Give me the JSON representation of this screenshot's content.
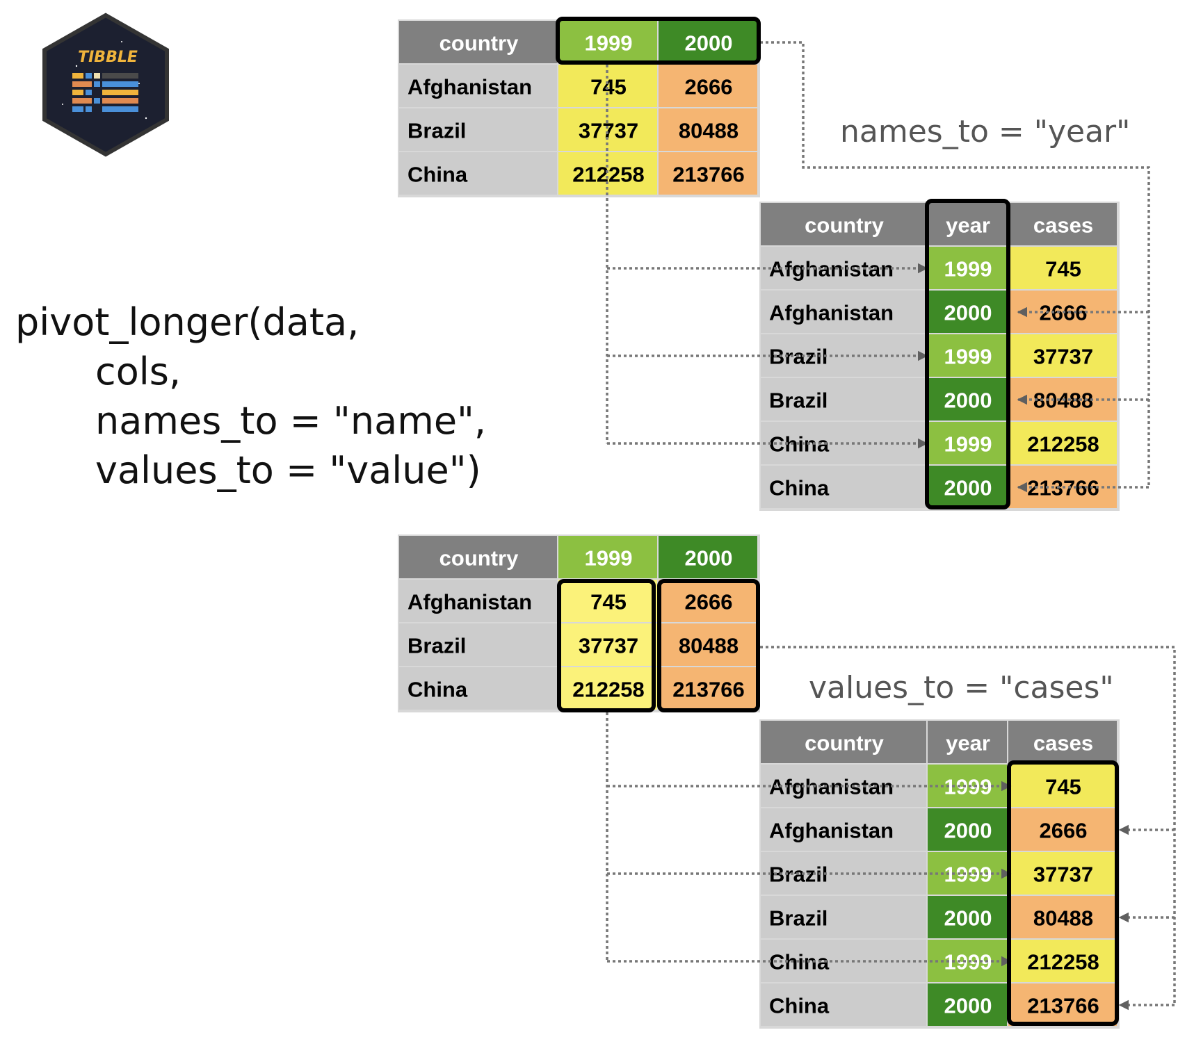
{
  "logo": {
    "text": "TIBBLE"
  },
  "code": {
    "lines": [
      "pivot_longer(data,",
      "cols,",
      "names_to = \"name\",",
      "values_to = \"value\")"
    ]
  },
  "labels": {
    "names_to": "names_to = \"year\"",
    "values_to": "values_to = \"cases\""
  },
  "wide_table": {
    "headers": [
      "country",
      "1999",
      "2000"
    ],
    "rows": [
      [
        "Afghanistan",
        "745",
        "2666"
      ],
      [
        "Brazil",
        "37737",
        "80488"
      ],
      [
        "China",
        "212258",
        "213766"
      ]
    ]
  },
  "long_table": {
    "headers": [
      "country",
      "year",
      "cases"
    ],
    "rows": [
      [
        "Afghanistan",
        "1999",
        "745"
      ],
      [
        "Afghanistan",
        "2000",
        "2666"
      ],
      [
        "Brazil",
        "1999",
        "37737"
      ],
      [
        "Brazil",
        "2000",
        "80488"
      ],
      [
        "China",
        "1999",
        "212258"
      ],
      [
        "China",
        "2000",
        "213766"
      ]
    ]
  },
  "colors": {
    "header_gray": "#808080",
    "country_gray": "#cccccc",
    "green_1999": "#8cc041",
    "green_2000": "#3e8a26",
    "yellow": "#f2e95a",
    "yellow_light": "#fbf27a",
    "orange": "#f5b572",
    "line": "#777777",
    "arrow": "#555555",
    "text_dark": "#000000",
    "text_white": "#ffffff",
    "logo_bg": "#1c2030"
  }
}
